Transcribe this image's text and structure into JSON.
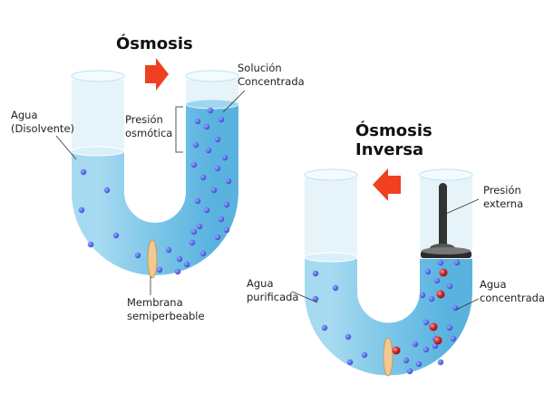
{
  "osmosis": {
    "title": "Ósmosis",
    "labels": {
      "water_line1": "Agua",
      "water_line2": "(Disolvente)",
      "solution_line1": "Solución",
      "solution_line2": "Concentrada",
      "pressure_line1": "Presión",
      "pressure_line2": "osmótica",
      "membrane_line1": "Membrana",
      "membrane_line2": "semiperbeable"
    },
    "arrow_direction": "right"
  },
  "reverse_osmosis": {
    "title_line1": "Ósmosis",
    "title_line2": "Inversa",
    "labels": {
      "external_line1": "Presión",
      "external_line2": "externa",
      "purified_line1": "Agua",
      "purified_line2": "purificada",
      "concentrated_line1": "Agua",
      "concentrated_line2": "concentrada"
    },
    "arrow_direction": "left"
  },
  "colors": {
    "water": "#7cc6e8",
    "glass": "#e3f3fa",
    "solvent_particle": "#4a5ee0",
    "solute_particle": "#d42a2a",
    "arrow": "#f04020",
    "membrane": "#f2c990"
  }
}
